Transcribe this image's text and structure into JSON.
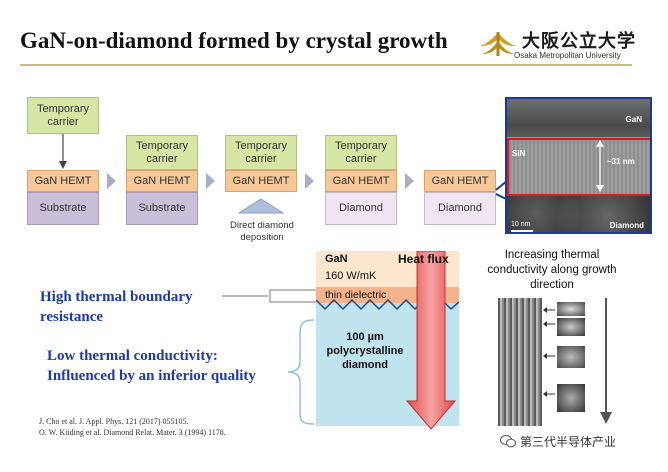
{
  "slide": {
    "title": "GaN-on-diamond formed by crystal growth",
    "logo": {
      "name_jp": "大阪公立大学",
      "name_en": "Osaka Metropolitan University"
    }
  },
  "process": {
    "steps": [
      {
        "top": "Temporary carrier",
        "middle": "GaN HEMT",
        "bottom": "Substrate"
      },
      {
        "top": "Temporary carrier",
        "middle": "GaN HEMT",
        "bottom": "Substrate"
      },
      {
        "top": "Temporary carrier",
        "middle": "GaN HEMT",
        "bottom": ""
      },
      {
        "top": "Temporary carrier",
        "middle": "GaN HEMT",
        "bottom": "Diamond"
      },
      {
        "top": "",
        "middle": "GaN HEMT",
        "bottom": "Diamond"
      }
    ],
    "deposition_label": "Direct diamond deposition"
  },
  "tem": {
    "gan": "GaN",
    "sin": "SiN",
    "thickness": "~31 nm",
    "diamond": "Diamond",
    "scale": "10 nm"
  },
  "stack": {
    "gan": "GaN",
    "gan_k": "160 W/mK",
    "dielectric": "thin dielectric",
    "diamond": "100 µm polycrystalline diamond",
    "heat_flux": "Heat flux"
  },
  "labels": {
    "boundary": "High thermal boundary resistance",
    "conductivity": "Low thermal conductivity: Influenced by an inferior quality",
    "increasing": "Increasing thermal conductivity along growth direction"
  },
  "references": [
    "J. Cho et al. J. Appl. Phys. 121 (2017) 055105.",
    "O. W. Kiiding et al. Diamond Relat. Mater. 3 (1994) 1178."
  ],
  "watermark": "第三代半导体产业"
}
